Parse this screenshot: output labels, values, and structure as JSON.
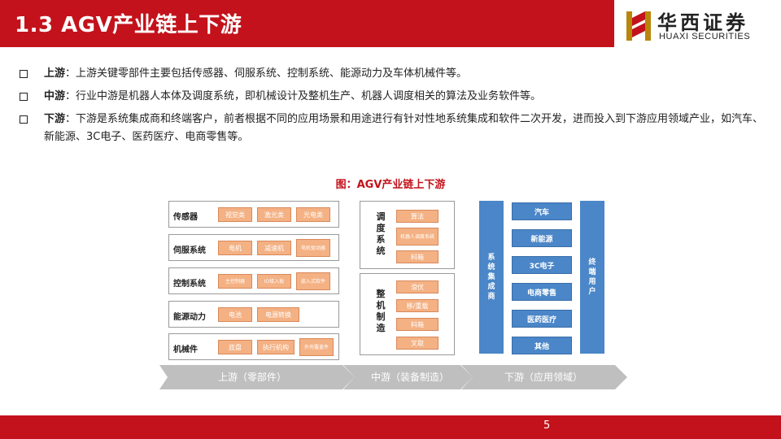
{
  "header": {
    "title": "1.3 AGV产业链上下游"
  },
  "logo": {
    "cn": "华西证券",
    "en": "HUAXI SECURITIES"
  },
  "bullets": [
    {
      "key": "上游",
      "text": "：上游关键零部件主要包括传感器、伺服系统、控制系统、能源动力及车体机械件等。"
    },
    {
      "key": "中游",
      "text": "：行业中游是机器人本体及调度系统，即机械设计及整机生产、机器人调度相关的算法及业务软件等。"
    },
    {
      "key": "下游",
      "text": "：下游是系统集成商和终端客户，前者根据不同的应用场景和用途进行有针对性地系统集成和软件二次开发，进而投入到下游应用领域产业，如汽车、新能源、3C电子、医药医疗、电商零售等。"
    }
  ],
  "figure": {
    "title": "图：AGV产业链上下游",
    "upstream": [
      {
        "label": "传感器",
        "items": [
          "视觉类",
          "激光类",
          "光电类"
        ]
      },
      {
        "label": "伺服系统",
        "items": [
          "电机",
          "减速机",
          "电机驱动器"
        ]
      },
      {
        "label": "控制系统",
        "items": [
          "主控制器",
          "IO接入板",
          "嵌入式软件"
        ]
      },
      {
        "label": "能源动力",
        "items": [
          "电池",
          "电源转换"
        ]
      },
      {
        "label": "机械件",
        "items": [
          "底盘",
          "执行机构",
          "外壳覆盖件"
        ]
      }
    ],
    "midstream": {
      "dispatch": {
        "label": [
          "调",
          "度",
          "系",
          "统"
        ],
        "items": [
          "算法",
          "机器人调度系统",
          "料箱"
        ]
      },
      "assembly": {
        "label": [
          "整",
          "机",
          "制",
          "造"
        ],
        "items": [
          "滑伏",
          "移/重载",
          "料箱",
          "叉取"
        ]
      }
    },
    "downstream": {
      "integrator": [
        "系",
        "统",
        "集",
        "成",
        "商"
      ],
      "end_user": [
        "终",
        "端",
        "用",
        "户"
      ],
      "fields": [
        "汽车",
        "新能源",
        "3C电子",
        "电商零售",
        "医药医疗",
        "其他"
      ]
    },
    "stages": [
      "上游（零部件）",
      "中游（装备制造）",
      "下游（应用领域）"
    ]
  },
  "footer": {
    "page": "5"
  },
  "colors": {
    "brand_red": "#c3121b",
    "chip_orange": "#f4b183",
    "blue": "#4a86c8",
    "arrow_gray": "#bfbfbf"
  }
}
